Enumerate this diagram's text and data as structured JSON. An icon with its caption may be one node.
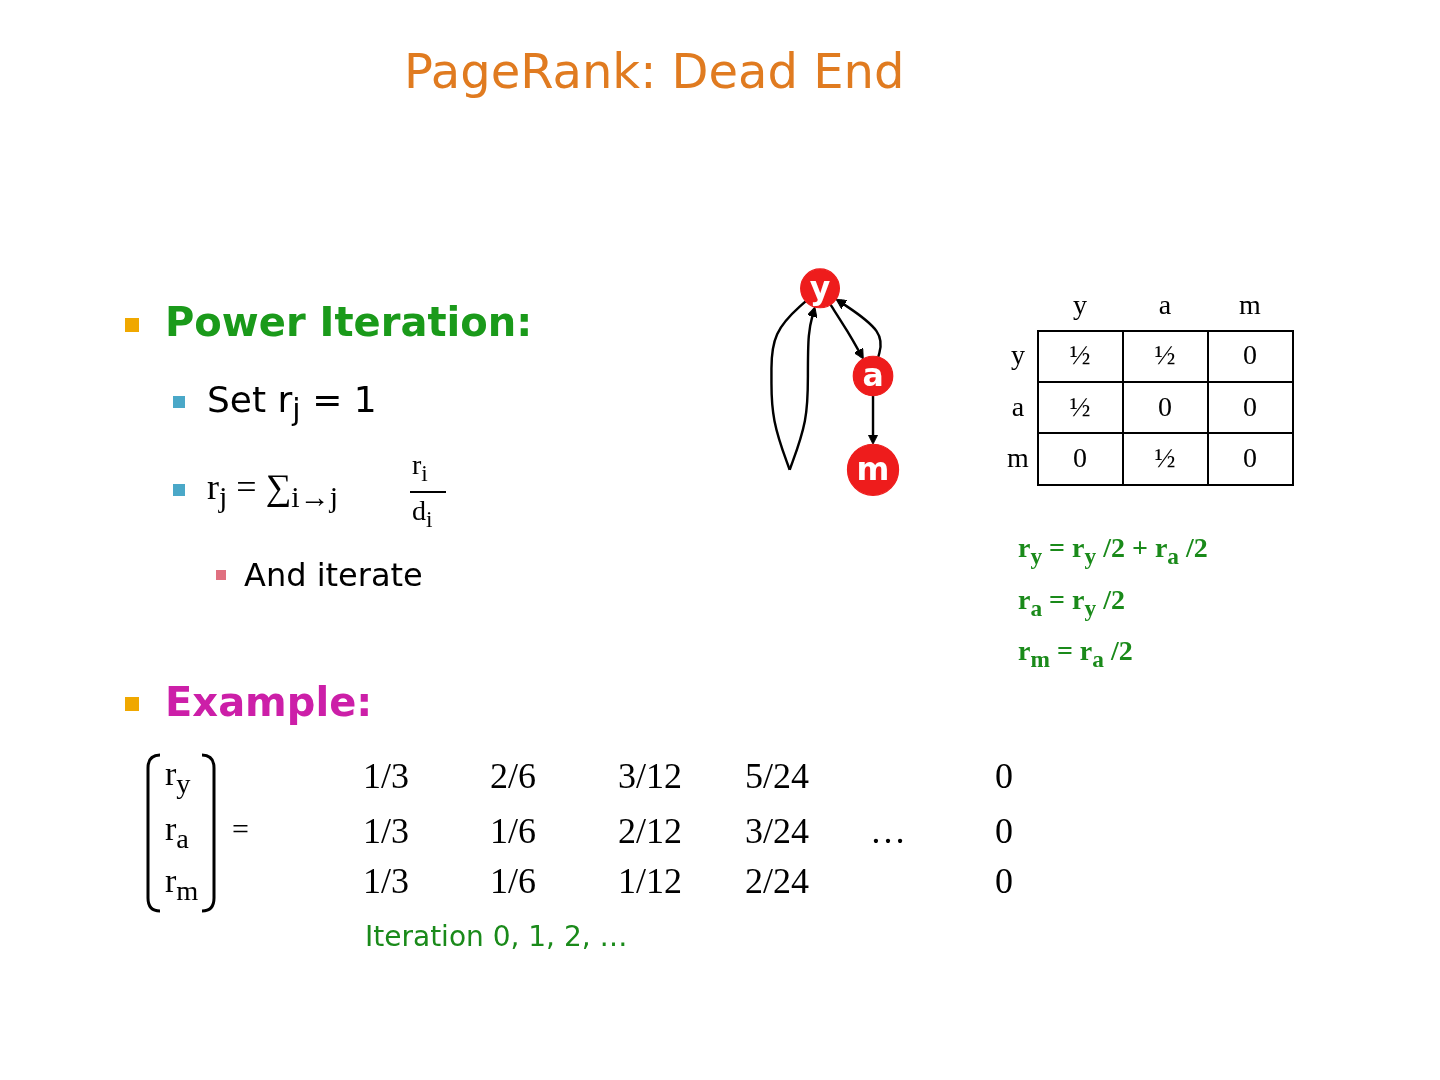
{
  "diagram": {
    "title": "PageRank: Dead End",
    "nodes": [
      {
        "text": [
          "y"
        ]
      },
      {
        "text": [
          "a"
        ]
      },
      {
        "text": [
          "m"
        ]
      }
    ],
    "edges": [
      {
        "from": 0,
        "to": 0,
        "arrow": "to"
      },
      {
        "from": 0,
        "to": 1,
        "arrow": "to"
      },
      {
        "from": 1,
        "to": 0,
        "arrow": "to"
      },
      {
        "from": 1,
        "to": 2,
        "arrow": "to"
      }
    ],
    "labels": [
      "Power Iteration:",
      "Set r$_{j}$ = 1",
      "r$_{j}$ = ∑$_{i→j}$",
      "r$_{i}$",
      "d$_{i}$",
      "And iterate",
      "y",
      "a",
      "m",
      "y",
      "½",
      "½",
      "0",
      "a",
      "½",
      "0",
      "0",
      "m",
      "0",
      "½",
      "0",
      "r$_{y}$  = r$_{y}$ /2 + r$_{a}$ /2",
      "r$_{a}$  = r$_{y}$ /2",
      "r$_{m}$ = r$_{a}$ /2",
      "Example:",
      "r$_{y}$",
      "r$_{a}$",
      "r$_{m}$",
      "=",
      "1/3",
      "2/6",
      "3/12",
      "5/24",
      "0",
      "1/3",
      "1/6",
      "2/12",
      "3/24",
      "…",
      "0",
      "1/3",
      "1/6",
      "1/12",
      "2/24",
      "0",
      "Iteration 0, 1, 2, …"
    ]
  }
}
